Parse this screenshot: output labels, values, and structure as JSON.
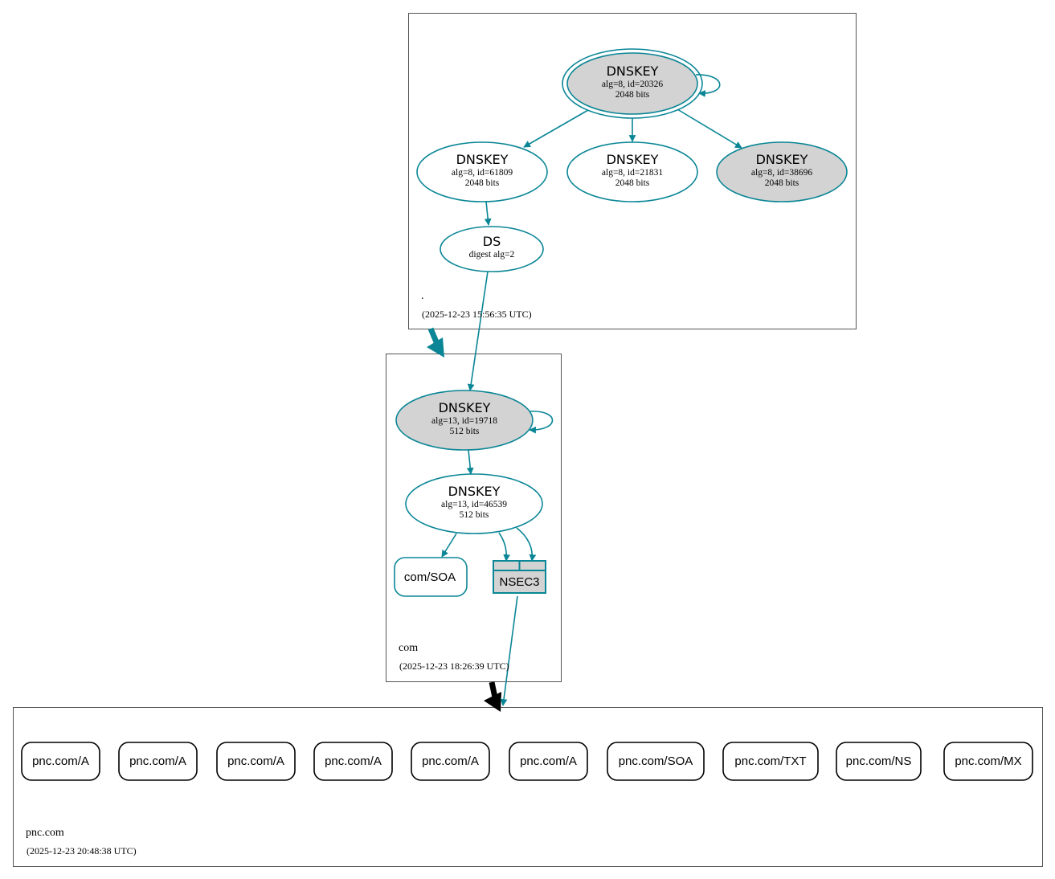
{
  "zones": {
    "root": {
      "name": ".",
      "timestamp": "(2025-12-23 15:56:35 UTC)"
    },
    "com": {
      "name": "com",
      "timestamp": "(2025-12-23 18:26:39 UTC)"
    },
    "pnc": {
      "name": "pnc.com",
      "timestamp": "(2025-12-23 20:48:38 UTC)"
    }
  },
  "root_nodes": {
    "ksk": {
      "title": "DNSKEY",
      "line1": "alg=8, id=20326",
      "line2": "2048 bits"
    },
    "zsk1": {
      "title": "DNSKEY",
      "line1": "alg=8, id=61809",
      "line2": "2048 bits"
    },
    "zsk2": {
      "title": "DNSKEY",
      "line1": "alg=8, id=21831",
      "line2": "2048 bits"
    },
    "zsk3": {
      "title": "DNSKEY",
      "line1": "alg=8, id=38696",
      "line2": "2048 bits"
    },
    "ds": {
      "title": "DS",
      "line1": "digest alg=2"
    }
  },
  "com_nodes": {
    "ksk": {
      "title": "DNSKEY",
      "line1": "alg=13, id=19718",
      "line2": "512 bits"
    },
    "zsk": {
      "title": "DNSKEY",
      "line1": "alg=13, id=46539",
      "line2": "512 bits"
    },
    "soa": {
      "label": "com/SOA"
    },
    "nsec3": {
      "label": "NSEC3"
    }
  },
  "pnc_records": [
    "pnc.com/A",
    "pnc.com/A",
    "pnc.com/A",
    "pnc.com/A",
    "pnc.com/A",
    "pnc.com/A",
    "pnc.com/SOA",
    "pnc.com/TXT",
    "pnc.com/NS",
    "pnc.com/MX"
  ],
  "colors": {
    "edge": "#0a8696",
    "fill_gray": "#d3d3d3",
    "border": "#000000"
  }
}
